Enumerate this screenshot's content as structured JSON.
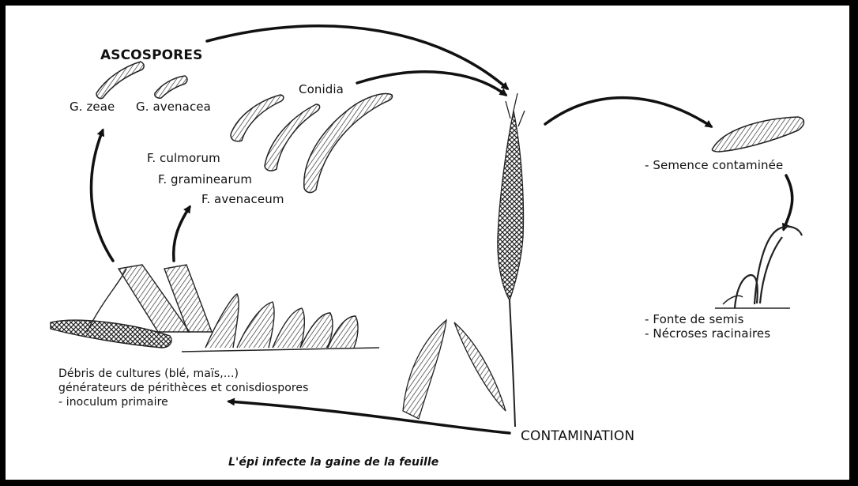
{
  "labels": {
    "ascospores": "ASCOSPORES",
    "g_zeae": "G. zeae",
    "g_avenacea": "G. avenacea",
    "conidia": "Conidia",
    "f_culmorum": "F. culmorum",
    "f_graminearum": "F. graminearum",
    "f_avenaceum": "F. avenaceum",
    "semence": "- Semence contaminée",
    "fonte": "- Fonte de semis",
    "necroses": "- Nécroses racinaires",
    "debris_line1": "Débris de cultures (blé, maïs,...)",
    "debris_line2": "générateurs de périthèces et conisdiospores",
    "debris_line3": "- inoculum primaire",
    "contamination": "CONTAMINATION",
    "caption": "L'épi infecte la gaine de la feuille"
  },
  "icons": [
    "ascospore-icon",
    "conidium-icon",
    "wheat-ear-icon",
    "seed-icon",
    "seedling-icon",
    "crop-debris-icon",
    "arrow-icon"
  ]
}
